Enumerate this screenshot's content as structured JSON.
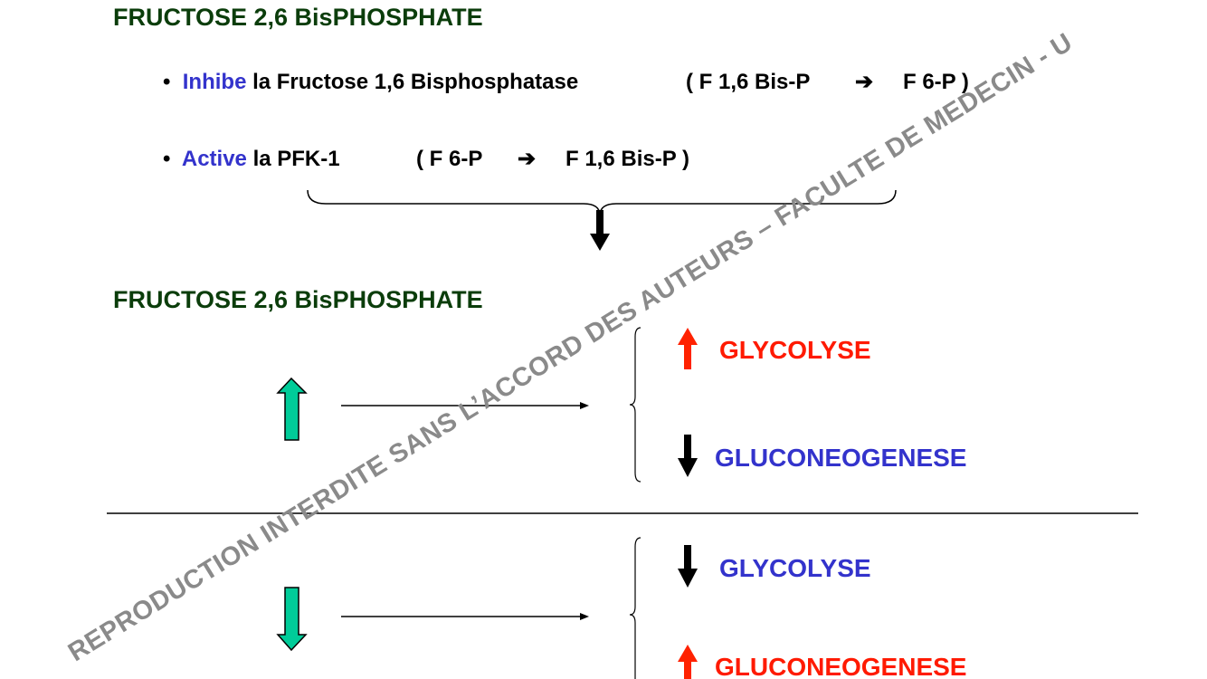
{
  "title_top": "FRUCTOSE 2,6 BisPHOSPHATE",
  "bullets": [
    {
      "verb": "Inhibe",
      "rest": " la Fructose 1,6 Bisphosphatase",
      "reaction_from": "( F 1,6 Bis-P",
      "reaction_to": "F 6-P )"
    },
    {
      "verb": "Active",
      "rest": " la PFK-1",
      "reaction_from": "( F 6-P",
      "reaction_to": "F 1,6 Bis-P )"
    }
  ],
  "bullet_symbol": "•",
  "reaction_arrow": "➔",
  "title_bottom": "FRUCTOSE 2,6 BisPHOSPHATE",
  "increase_case": {
    "glycolyse": "GLYCOLYSE",
    "gluconeogenese": "GLUCONEOGENESE"
  },
  "decrease_case": {
    "glycolyse": "GLYCOLYSE",
    "gluconeogenese": "GLUCONEOGENESE"
  },
  "watermark": "REPRODUCTION INTERDITE SANS L’ACCORD DES AUTEURS – FACULTE DE MEDECIN - U",
  "colors": {
    "title": "#0b3d0b",
    "blue": "#3333cc",
    "red": "#ff1a00",
    "teal": "#00cc99"
  }
}
